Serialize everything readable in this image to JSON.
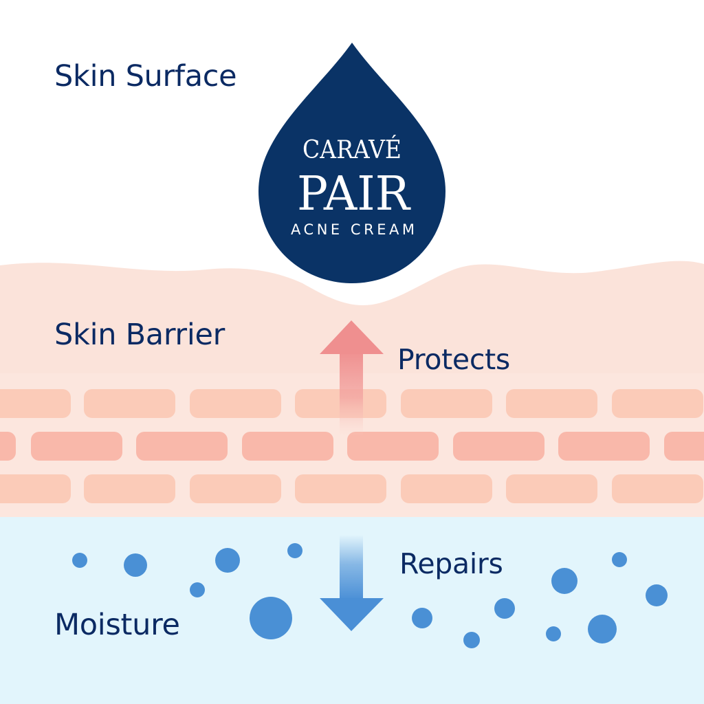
{
  "layers": {
    "surface_label": "Skin Surface",
    "barrier_label": "Skin Barrier",
    "moisture_label": "Moisture"
  },
  "actions": {
    "protects_label": "Protects",
    "repairs_label": "Repairs"
  },
  "logo": {
    "brand_line": "CARAVÉ",
    "product_line": "PAIR",
    "type_line": "ACNE CREAM"
  },
  "colors": {
    "navy": "#0b2a63",
    "drop": "#0a3366",
    "skin_wave": "#fbe3da",
    "skin_band": "#fce6de",
    "brick_light": "#fbcbb8",
    "brick_dark": "#f9b8aa",
    "moisture_bg": "#e2f5fc",
    "bubble": "#4a90d5",
    "arrow_up": "#ef8f8f",
    "arrow_down": "#4a8fd6"
  },
  "icons": {
    "logo": "droplet-logo",
    "up_arrow": "arrow-up-icon",
    "down_arrow": "arrow-down-icon",
    "bubbles": "moisture-bubble-icon"
  }
}
